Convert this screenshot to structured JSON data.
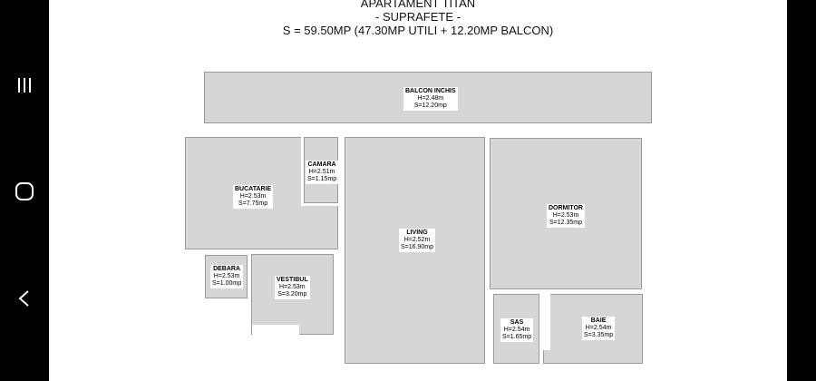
{
  "header": {
    "line1": "APARTAMENT TITAN",
    "line2": "- SUPRAFETE -",
    "line3": "S = 59.50MP (47.30MP UTILI + 12.20MP BALCON)"
  },
  "navigation": {
    "recents_icon": "recent-apps-icon",
    "home_icon": "home-icon",
    "back_icon": "back-icon"
  },
  "rooms": {
    "balcon": {
      "name": "BALCON INCHIS",
      "height": "H=2.48m",
      "area": "S=12.20mp"
    },
    "bucatarie": {
      "name": "BUCATARIE",
      "height": "H=2.53m",
      "area": "S=7.75mp"
    },
    "camara": {
      "name": "CAMARA",
      "height": "H=2.51m",
      "area": "S=1.15mp"
    },
    "living": {
      "name": "LIVING",
      "height": "H=2.52m",
      "area": "S=16.90mp"
    },
    "dormitor": {
      "name": "DORMITOR",
      "height": "H=2.53m",
      "area": "S=12.35mp"
    },
    "debara": {
      "name": "DEBARA",
      "height": "H=2.53m",
      "area": "S=1.00mp"
    },
    "vestibul": {
      "name": "VESTIBUL",
      "height": "H=2.53m",
      "area": "S=3.20mp"
    },
    "sas": {
      "name": "SAS",
      "height": "H=2.54m",
      "area": "S=1.65mp"
    },
    "baie": {
      "name": "BAIE",
      "height": "H=2.54m",
      "area": "S=3.35mp"
    }
  },
  "colors": {
    "room_fill": "#d6d6d6",
    "room_border": "#9a9a9a",
    "background": "#ffffff",
    "frame": "#000000"
  }
}
